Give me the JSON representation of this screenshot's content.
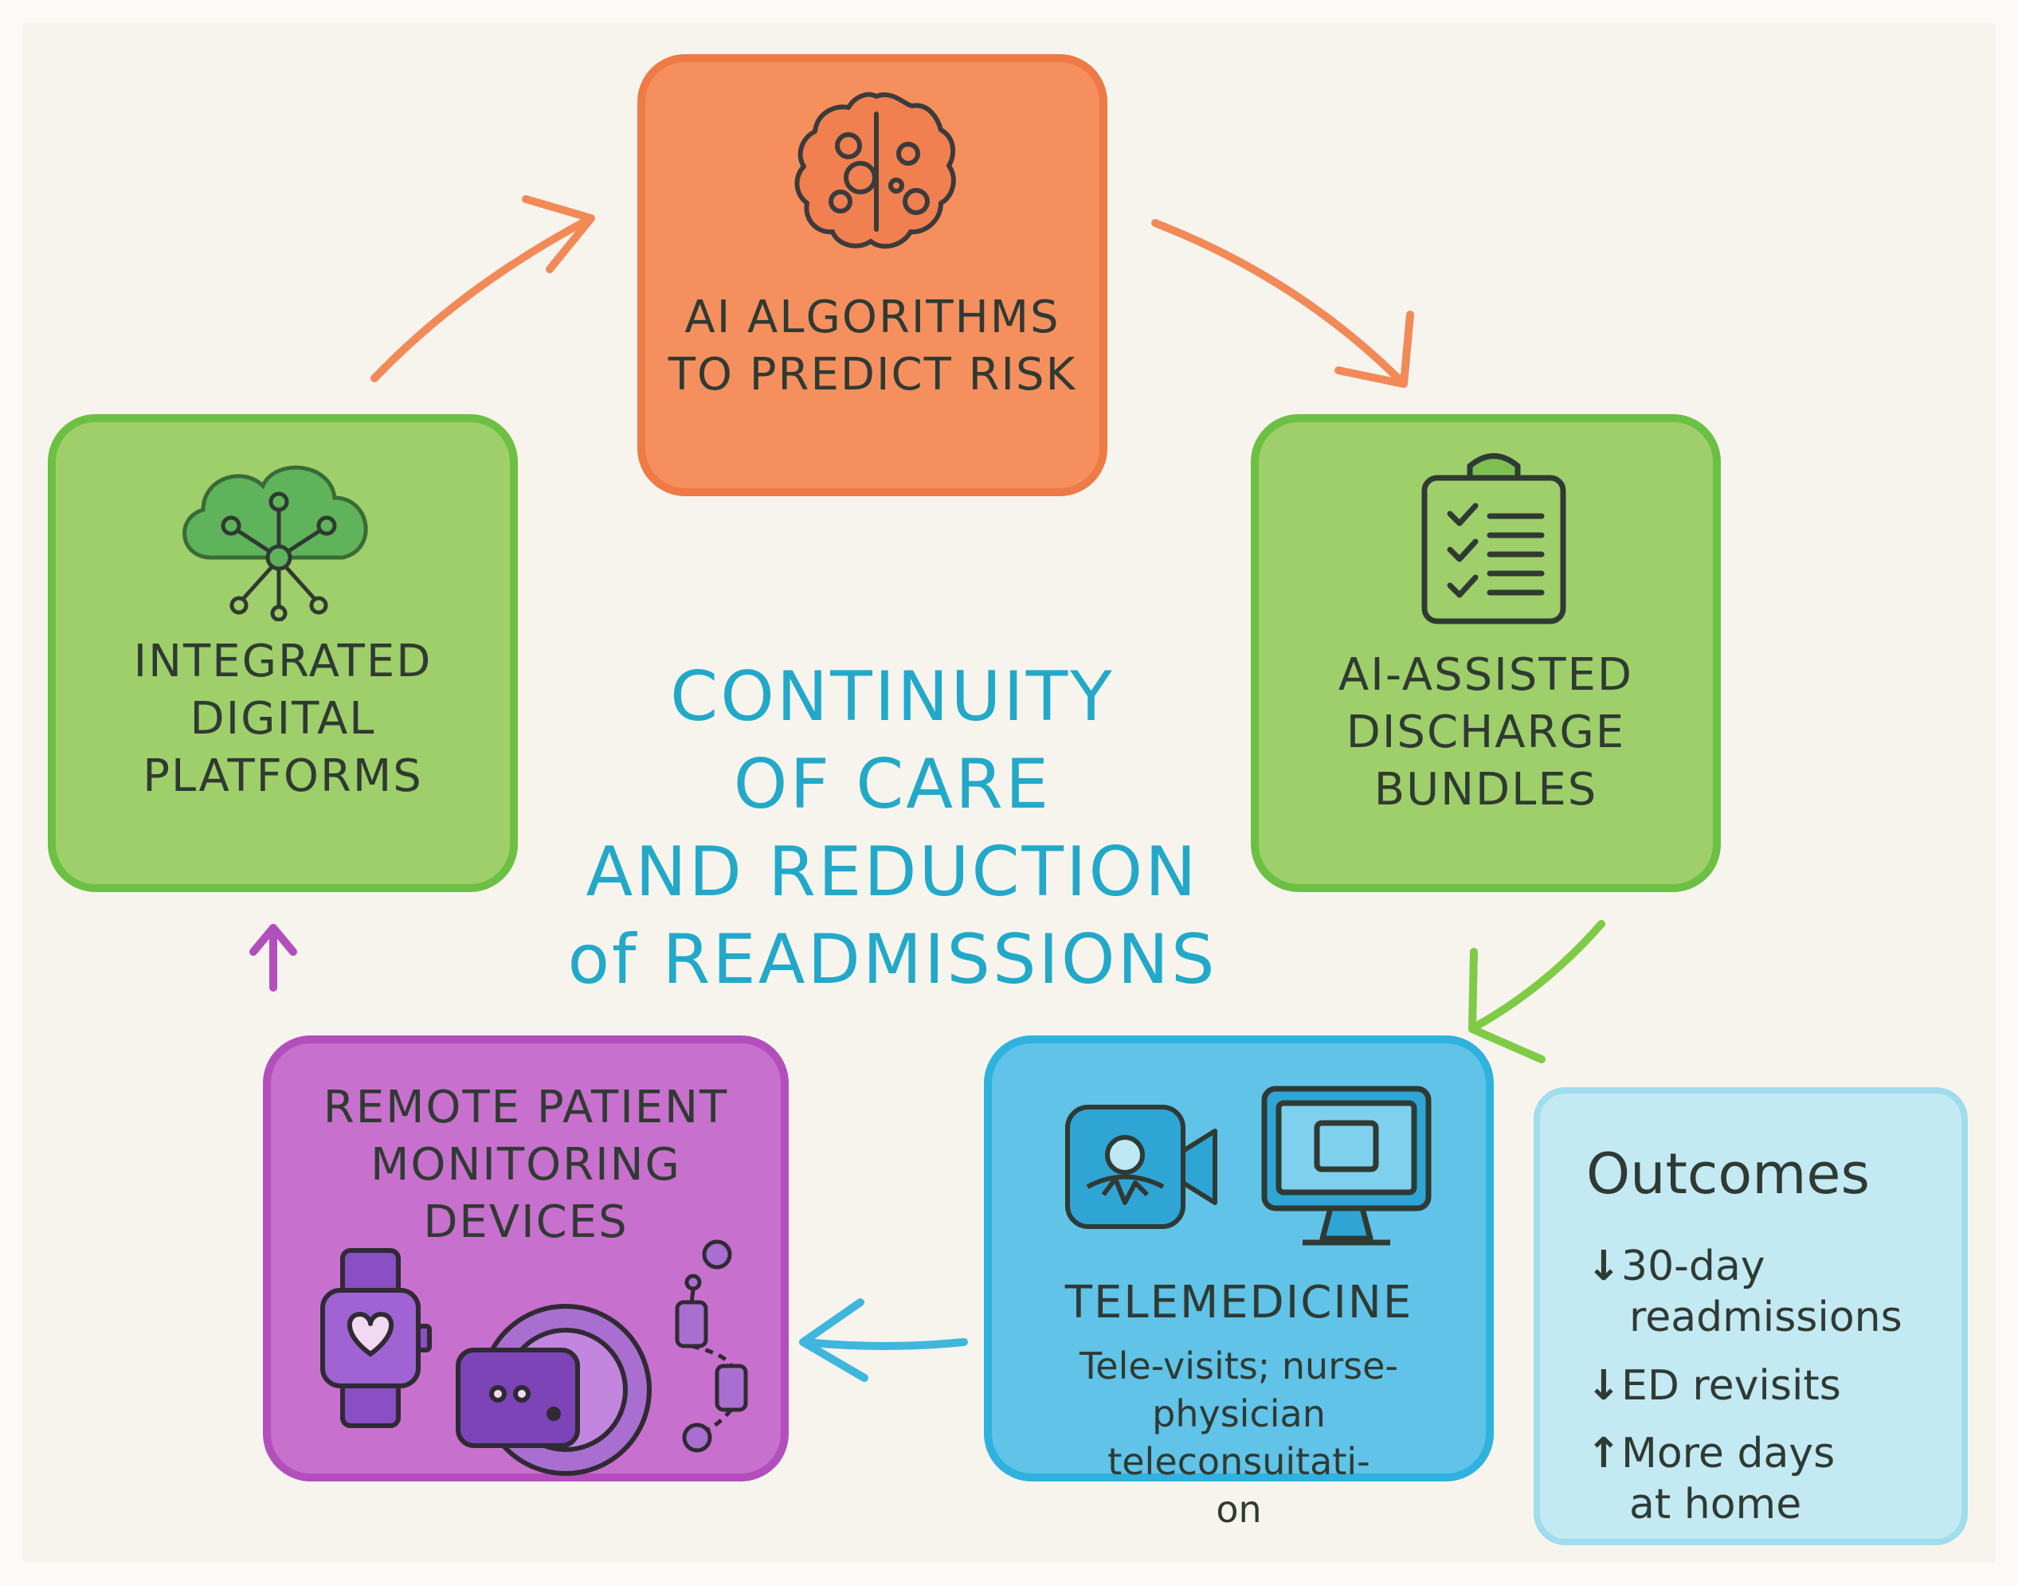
{
  "center_title": {
    "line1": "CONTINUITY",
    "line2": "OF CARE",
    "line3": "AND REDUCTION",
    "line4": "of READMISSIONS"
  },
  "nodes": {
    "ai_risk": {
      "line1": "AI ALGORITHMS",
      "line2": "TO PREDICT RISK",
      "icon": "brain-cloud-icon",
      "color": "#f5905e"
    },
    "discharge": {
      "line1": "AI-ASSISTED",
      "line2": "DISCHARGE",
      "line3": "BUNDLES",
      "icon": "clipboard-checklist-icon",
      "color": "#9fcf6a"
    },
    "telemedicine": {
      "title": "TELEMEDICINE",
      "sub1": "Tele-visits; nurse-",
      "sub2": "physician teleconsuitati-",
      "sub3": "on",
      "icons": [
        "video-call-icon",
        "monitor-icon"
      ],
      "color": "#60c3e7"
    },
    "monitoring": {
      "line1": "REMOTE PATIENT",
      "line2": "MONITORING",
      "line3": "DEVICES",
      "icons": [
        "smartwatch-icon",
        "wearable-sensor-icon",
        "sensor-chain-icon"
      ],
      "color": "#c870cd"
    },
    "platforms": {
      "line1": "INTEGRATED",
      "line2": "DIGITAL",
      "line3": "PLATFORMS",
      "icon": "cloud-network-icon",
      "color": "#9fcf6a"
    }
  },
  "outcomes": {
    "title": "Outcomes",
    "items": [
      {
        "arrow": "↓",
        "line1": "30-day",
        "line2": "readmissions"
      },
      {
        "arrow": "↓",
        "line1": "ED revisits",
        "line2": ""
      },
      {
        "arrow": "↑",
        "line1": "More days",
        "line2": "at home"
      }
    ],
    "color": "#c3e9f3"
  },
  "arrows": [
    {
      "from": "INTEGRATED DIGITAL PLATFORMS",
      "to": "AI ALGORITHMS TO PREDICT RISK",
      "color": "#f28a58"
    },
    {
      "from": "AI ALGORITHMS TO PREDICT RISK",
      "to": "AI-ASSISTED DISCHARGE BUNDLES",
      "color": "#f28a58"
    },
    {
      "from": "AI-ASSISTED DISCHARGE BUNDLES",
      "to": "TELEMEDICINE",
      "color": "#7fcb45"
    },
    {
      "from": "TELEMEDICINE",
      "to": "REMOTE PATIENT MONITORING DEVICES",
      "color": "#3fb6dd"
    },
    {
      "from": "REMOTE PATIENT MONITORING DEVICES",
      "to": "INTEGRATED DIGITAL PLATFORMS",
      "color": "#b24fbd"
    }
  ]
}
